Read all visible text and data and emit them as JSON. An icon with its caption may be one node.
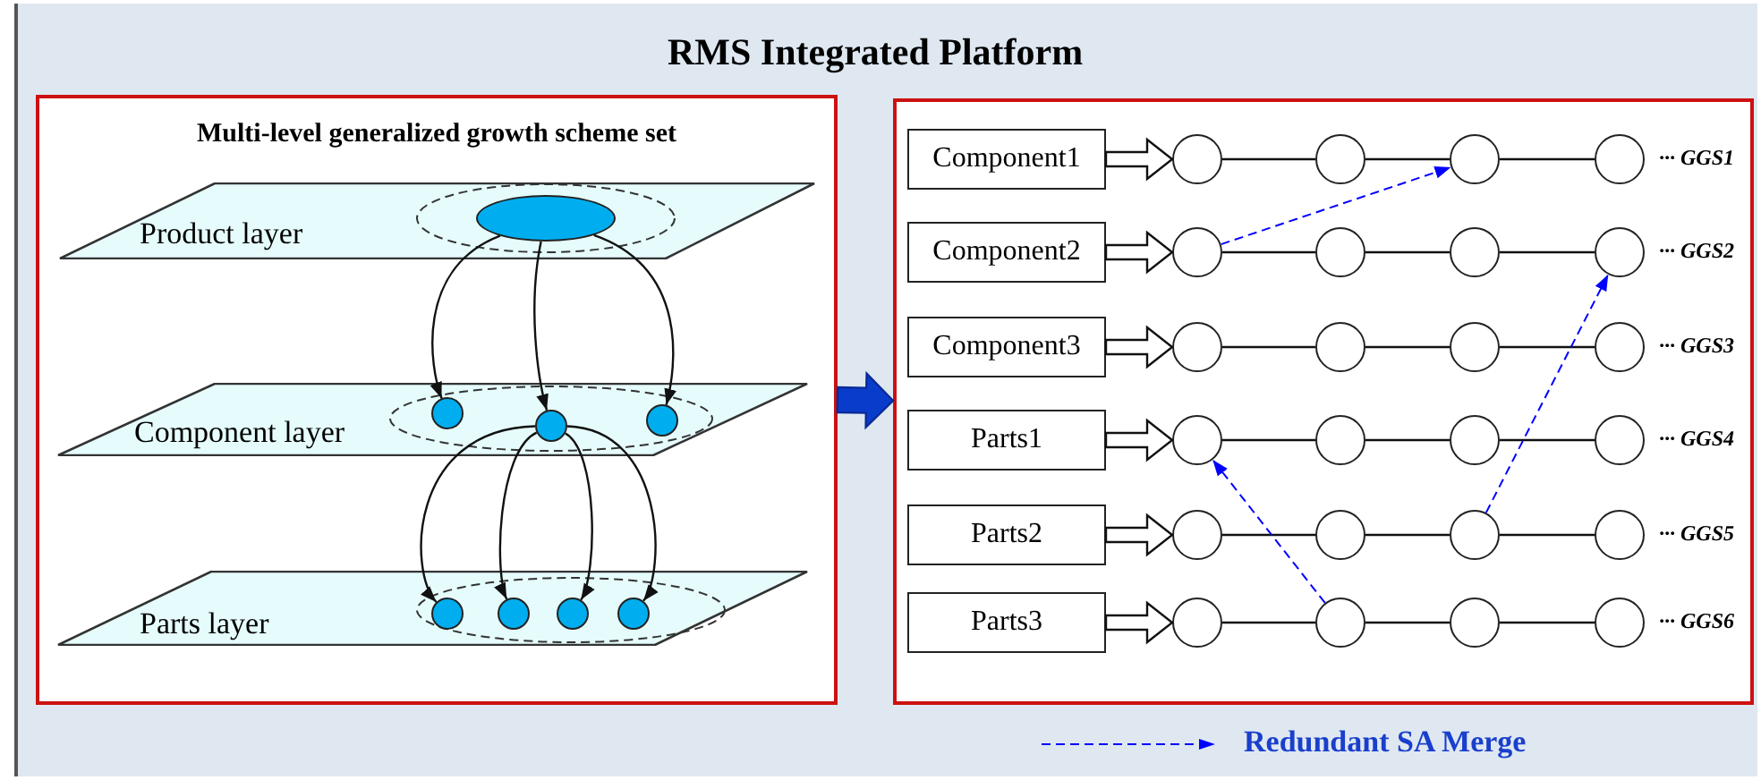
{
  "diagram": {
    "nodes": [
      {
        "text": [
          "RMS Integrated Platform"
        ]
      },
      {
        "text": [
          "Multi-level generalized growth scheme set"
        ],
        "in": 0
      },
      {
        "text": [
          "Product layer"
        ],
        "in": 1
      },
      {
        "text": [
          "Component layer"
        ],
        "in": 1
      },
      {
        "text": [
          "Parts layer"
        ],
        "in": 1
      },
      {
        "text": [],
        "shape": "circle",
        "in": 2
      },
      {
        "text": [],
        "shape": "circle",
        "in": 3
      },
      {
        "text": [],
        "shape": "circle",
        "in": 3
      },
      {
        "text": [],
        "shape": "circle",
        "in": 3
      },
      {
        "text": [],
        "shape": "circle",
        "in": 4
      },
      {
        "text": [],
        "shape": "circle",
        "in": 4
      },
      {
        "text": [],
        "shape": "circle",
        "in": 4
      },
      {
        "text": [],
        "shape": "circle",
        "in": 4
      },
      {
        "text": [],
        "shape": "box",
        "in": 0
      },
      {
        "text": [
          "Component1"
        ],
        "in": 13
      },
      {
        "text": [
          "Component2"
        ],
        "in": 13
      },
      {
        "text": [
          "Component3"
        ],
        "in": 13
      },
      {
        "text": [
          "Parts1"
        ],
        "in": 13
      },
      {
        "text": [
          "Parts2"
        ],
        "in": 13
      },
      {
        "text": [
          "Parts3"
        ],
        "in": 13
      },
      {
        "text": [],
        "shape": "circle",
        "in": 13
      },
      {
        "text": [],
        "shape": "circle",
        "in": 13
      },
      {
        "text": [],
        "shape": "circle",
        "in": 13
      },
      {
        "text": [],
        "shape": "circle",
        "in": 13,
        "beside": [
          "··· GGS1"
        ]
      },
      {
        "text": [],
        "shape": "circle",
        "in": 13
      },
      {
        "text": [],
        "shape": "circle",
        "in": 13
      },
      {
        "text": [],
        "shape": "circle",
        "in": 13
      },
      {
        "text": [],
        "shape": "circle",
        "in": 13,
        "beside": [
          "··· GGS2"
        ]
      },
      {
        "text": [],
        "shape": "circle",
        "in": 13
      },
      {
        "text": [],
        "shape": "circle",
        "in": 13
      },
      {
        "text": [],
        "shape": "circle",
        "in": 13
      },
      {
        "text": [],
        "shape": "circle",
        "in": 13,
        "beside": [
          "··· GGS3"
        ]
      },
      {
        "text": [],
        "shape": "circle",
        "in": 13
      },
      {
        "text": [],
        "shape": "circle",
        "in": 13
      },
      {
        "text": [],
        "shape": "circle",
        "in": 13
      },
      {
        "text": [],
        "shape": "circle",
        "in": 13,
        "beside": [
          "··· GGS4"
        ]
      },
      {
        "text": [],
        "shape": "circle",
        "in": 13
      },
      {
        "text": [],
        "shape": "circle",
        "in": 13
      },
      {
        "text": [],
        "shape": "circle",
        "in": 13
      },
      {
        "text": [],
        "shape": "circle",
        "in": 13,
        "beside": [
          "··· GGS5"
        ]
      },
      {
        "text": [],
        "shape": "circle",
        "in": 13
      },
      {
        "text": [],
        "shape": "circle",
        "in": 13
      },
      {
        "text": [],
        "shape": "circle",
        "in": 13
      },
      {
        "text": [],
        "shape": "circle",
        "in": 13,
        "beside": [
          "··· GGS6"
        ]
      }
    ],
    "edges": [
      {
        "from": 5,
        "to": 6,
        "arrow": "to"
      },
      {
        "from": 5,
        "to": 7,
        "arrow": "to"
      },
      {
        "from": 5,
        "to": 8,
        "arrow": "to"
      },
      {
        "from": 7,
        "to": 9,
        "arrow": "to"
      },
      {
        "from": 7,
        "to": 10,
        "arrow": "to"
      },
      {
        "from": 7,
        "to": 11,
        "arrow": "to"
      },
      {
        "from": 7,
        "to": 12,
        "arrow": "to"
      },
      {
        "from": 1,
        "to": 13,
        "arrow": "to",
        "style": "thick",
        "color": "#0a3ccc"
      },
      {
        "from": 14,
        "to": 20,
        "arrow": "to",
        "style": "thick"
      },
      {
        "from": 15,
        "to": 24,
        "arrow": "to",
        "style": "thick"
      },
      {
        "from": 16,
        "to": 28,
        "arrow": "to",
        "style": "thick"
      },
      {
        "from": 17,
        "to": 32,
        "arrow": "to",
        "style": "thick"
      },
      {
        "from": 18,
        "to": 36,
        "arrow": "to",
        "style": "thick"
      },
      {
        "from": 19,
        "to": 40,
        "arrow": "to",
        "style": "thick"
      },
      {
        "from": 20,
        "to": 21,
        "arrow": "none"
      },
      {
        "from": 21,
        "to": 22,
        "arrow": "none"
      },
      {
        "from": 22,
        "to": 23,
        "arrow": "none"
      },
      {
        "from": 24,
        "to": 25,
        "arrow": "none"
      },
      {
        "from": 25,
        "to": 26,
        "arrow": "none"
      },
      {
        "from": 26,
        "to": 27,
        "arrow": "none"
      },
      {
        "from": 28,
        "to": 29,
        "arrow": "none"
      },
      {
        "from": 29,
        "to": 30,
        "arrow": "none"
      },
      {
        "from": 30,
        "to": 31,
        "arrow": "none"
      },
      {
        "from": 32,
        "to": 33,
        "arrow": "none"
      },
      {
        "from": 33,
        "to": 34,
        "arrow": "none"
      },
      {
        "from": 34,
        "to": 35,
        "arrow": "none"
      },
      {
        "from": 36,
        "to": 37,
        "arrow": "none"
      },
      {
        "from": 37,
        "to": 38,
        "arrow": "none"
      },
      {
        "from": 38,
        "to": 39,
        "arrow": "none"
      },
      {
        "from": 40,
        "to": 41,
        "arrow": "none"
      },
      {
        "from": 41,
        "to": 42,
        "arrow": "none"
      },
      {
        "from": 42,
        "to": 43,
        "arrow": "none"
      },
      {
        "from": 24,
        "to": 22,
        "arrow": "to",
        "style": "dashed",
        "color": "#0000ff"
      },
      {
        "from": 38,
        "to": 27,
        "arrow": "to",
        "style": "dashed",
        "color": "#0000ff"
      },
      {
        "from": 41,
        "to": 32,
        "arrow": "to",
        "style": "dashed",
        "color": "#0000ff"
      }
    ],
    "legend": [
      {
        "text": "Redundant SA Merge"
      }
    ]
  }
}
